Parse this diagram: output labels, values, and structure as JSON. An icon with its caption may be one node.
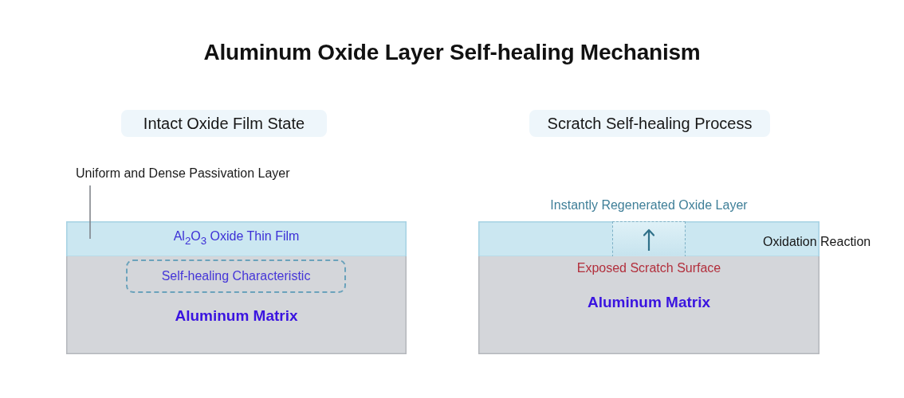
{
  "diagram": {
    "title": "Aluminum Oxide Layer Self-healing Mechanism",
    "nodes": [
      {
        "text": [
          "Intact Oxide Film State"
        ]
      },
      {
        "text": [
          "Scratch Self-healing Process"
        ]
      },
      {
        "text": [
          "Uniform and Dense Passivation Layer"
        ]
      },
      {
        "text": [
          "Al$_{2}$O$_{3}$ Oxide Thin Film"
        ]
      },
      {
        "text": [
          "Aluminum Matrix"
        ]
      },
      {
        "text": [
          "Self-healing Characteristic"
        ],
        "in": 4
      },
      {
        "text": [],
        "shape": "box",
        "beside": [
          "Oxidation Reaction"
        ]
      },
      {
        "text": [],
        "shape": "box",
        "in": 6,
        "beside": [
          "Instantly Regenerated Oxide Layer"
        ]
      },
      {
        "text": [
          "Exposed Scratch Surface",
          "Aluminum Matrix"
        ]
      }
    ],
    "edges": [
      {
        "from": 2,
        "to": 3,
        "arrow": "none"
      }
    ]
  }
}
